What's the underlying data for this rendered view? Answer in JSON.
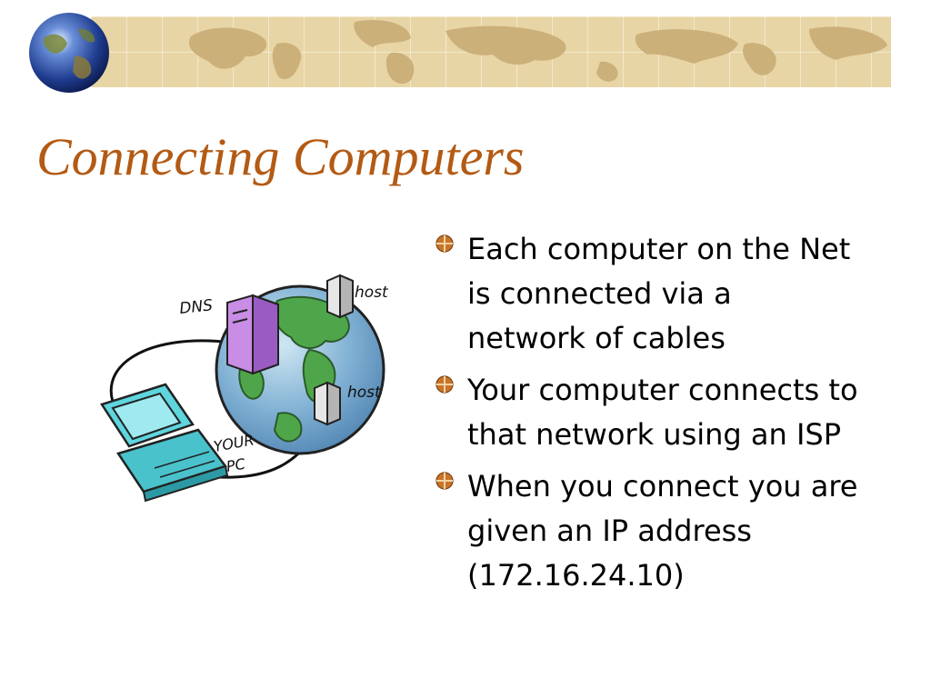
{
  "slide": {
    "title": "Connecting Computers"
  },
  "colors": {
    "title": "#b35a14",
    "banner": "#e8d5a5",
    "bullet_icon": "#c8742a"
  },
  "illustration": {
    "labels": {
      "dns": "DNS",
      "host_top": "host",
      "host_bottom": "host",
      "your_pc_line1": "YOUR",
      "your_pc_line2": "PC"
    }
  },
  "bullets": [
    {
      "text": "Each computer on the Net is connected via a network of cables",
      "icon": "ball-bullet-icon"
    },
    {
      "text": "Your computer connects to that network using an ISP",
      "icon": "ball-bullet-icon"
    },
    {
      "text": "When you connect you are given an IP address (172.16.24.10)",
      "icon": "ball-bullet-icon"
    }
  ]
}
